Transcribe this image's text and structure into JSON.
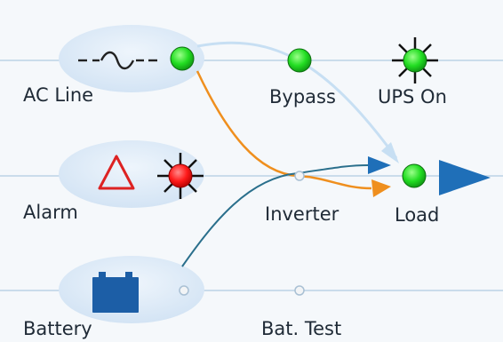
{
  "colors": {
    "background": "#f5f8fb",
    "row_line": "#bcd3e6",
    "pill": "#d9e8f6",
    "led_green": "#22dd22",
    "led_red": "#ff1a1a",
    "led_off": "#f2f4f6",
    "arrow_light_blue": "#c7dff3",
    "arrow_orange": "#ef8f1e",
    "arrow_blue": "#1f6fb8",
    "arrow_teal": "#2a6f8c",
    "alarm_triangle": "#dd2222",
    "battery": "#1c5ea6"
  },
  "labels": {
    "ac_line": "AC Line",
    "bypass": "Bypass",
    "ups_on": "UPS On",
    "alarm": "Alarm",
    "inverter": "Inverter",
    "load": "Load",
    "battery": "Battery",
    "bat_test": "Bat. Test"
  },
  "indicators": {
    "ac_line": {
      "state": "on",
      "color": "green",
      "blinking": false
    },
    "bypass": {
      "state": "on",
      "color": "green",
      "blinking": false
    },
    "ups_on": {
      "state": "on",
      "color": "green",
      "blinking": true
    },
    "alarm": {
      "state": "on",
      "color": "red",
      "blinking": true
    },
    "inverter": {
      "state": "off"
    },
    "load": {
      "state": "on",
      "color": "green",
      "blinking": false
    },
    "battery": {
      "state": "off"
    },
    "bat_test": {
      "state": "off"
    }
  },
  "icons": {
    "ac_line": "ac-sine-wave-icon",
    "alarm": "warning-triangle-icon",
    "battery": "battery-icon"
  }
}
